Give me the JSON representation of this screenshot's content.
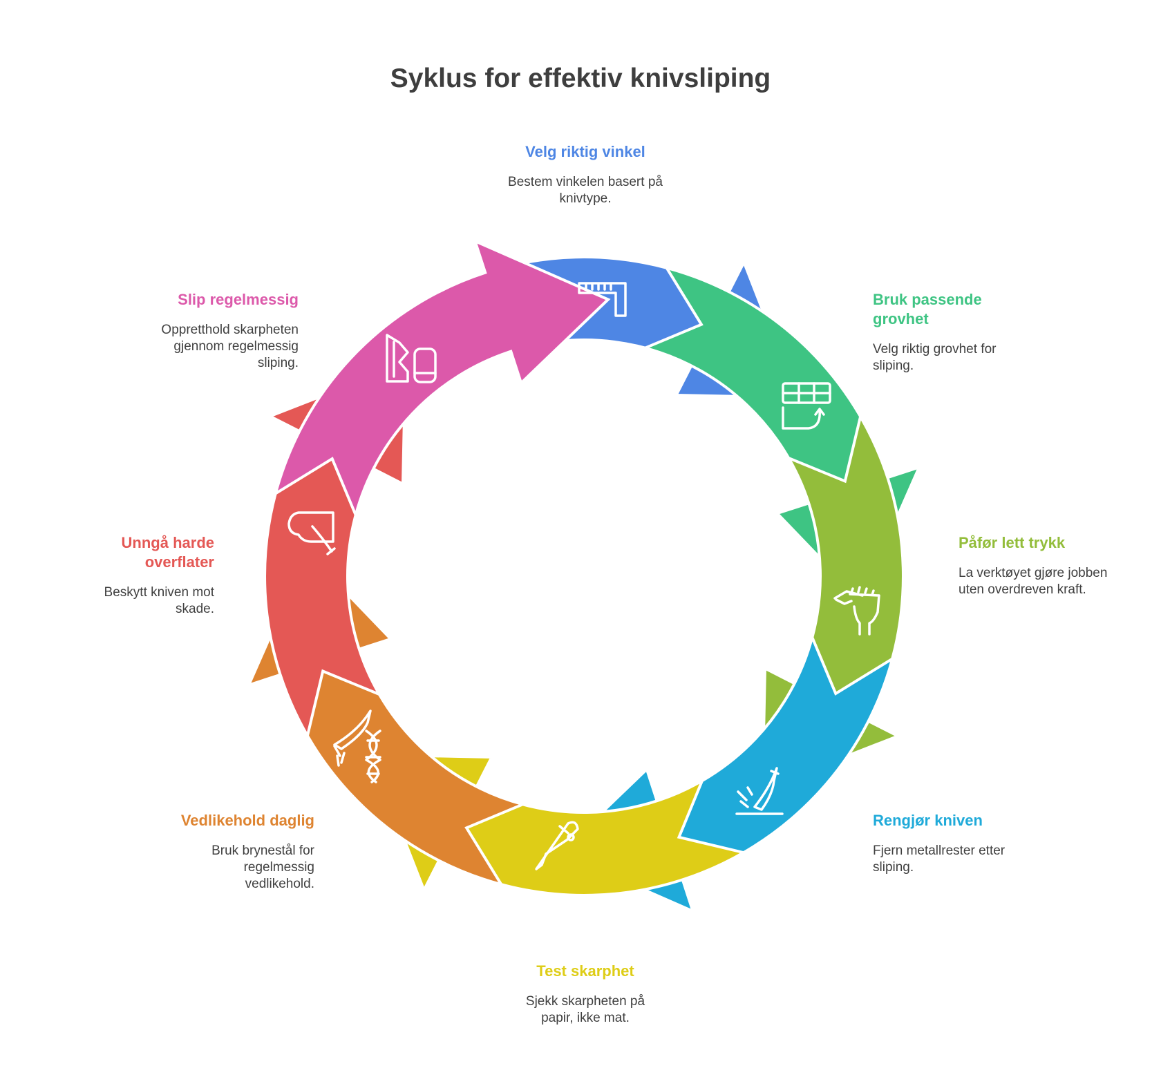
{
  "title": "Syklus for effektiv knivsliping",
  "steps": [
    {
      "title": "Velg riktig vinkel",
      "desc": "Bestem vinkelen basert på knivtype.",
      "color": "#4E86E4",
      "icon": "ruler-square-icon"
    },
    {
      "title": "Bruk passende grovhet",
      "desc": "Velg riktig grovhet for sliping.",
      "color": "#3EC483",
      "icon": "grit-grid-icon"
    },
    {
      "title": "Påfør lett trykk",
      "desc": "La verktøyet gjøre jobben uten overdreven kraft.",
      "color": "#93BD3B",
      "icon": "hand-pressure-icon"
    },
    {
      "title": "Rengjør kniven",
      "desc": "Fjern metallrester etter sliping.",
      "color": "#1FAAD9",
      "icon": "knife-clean-icon"
    },
    {
      "title": "Test skarphet",
      "desc": "Sjekk skarpheten på papir, ikke mat.",
      "color": "#DECD17",
      "icon": "knife-test-icon"
    },
    {
      "title": "Vedlikehold daglig",
      "desc": "Bruk brynestål for regelmessig vedlikehold.",
      "color": "#DE8431",
      "icon": "knife-maintain-icon"
    },
    {
      "title": "Unngå harde overflater",
      "desc": "Beskytt kniven mot skade.",
      "color": "#E45855",
      "icon": "cutting-board-icon"
    },
    {
      "title": "Slip regelmessig",
      "desc": "Oppretthold skarpheten gjennom regelmessig sliping.",
      "color": "#DC59AA",
      "icon": "sharpening-stone-icon"
    }
  ]
}
